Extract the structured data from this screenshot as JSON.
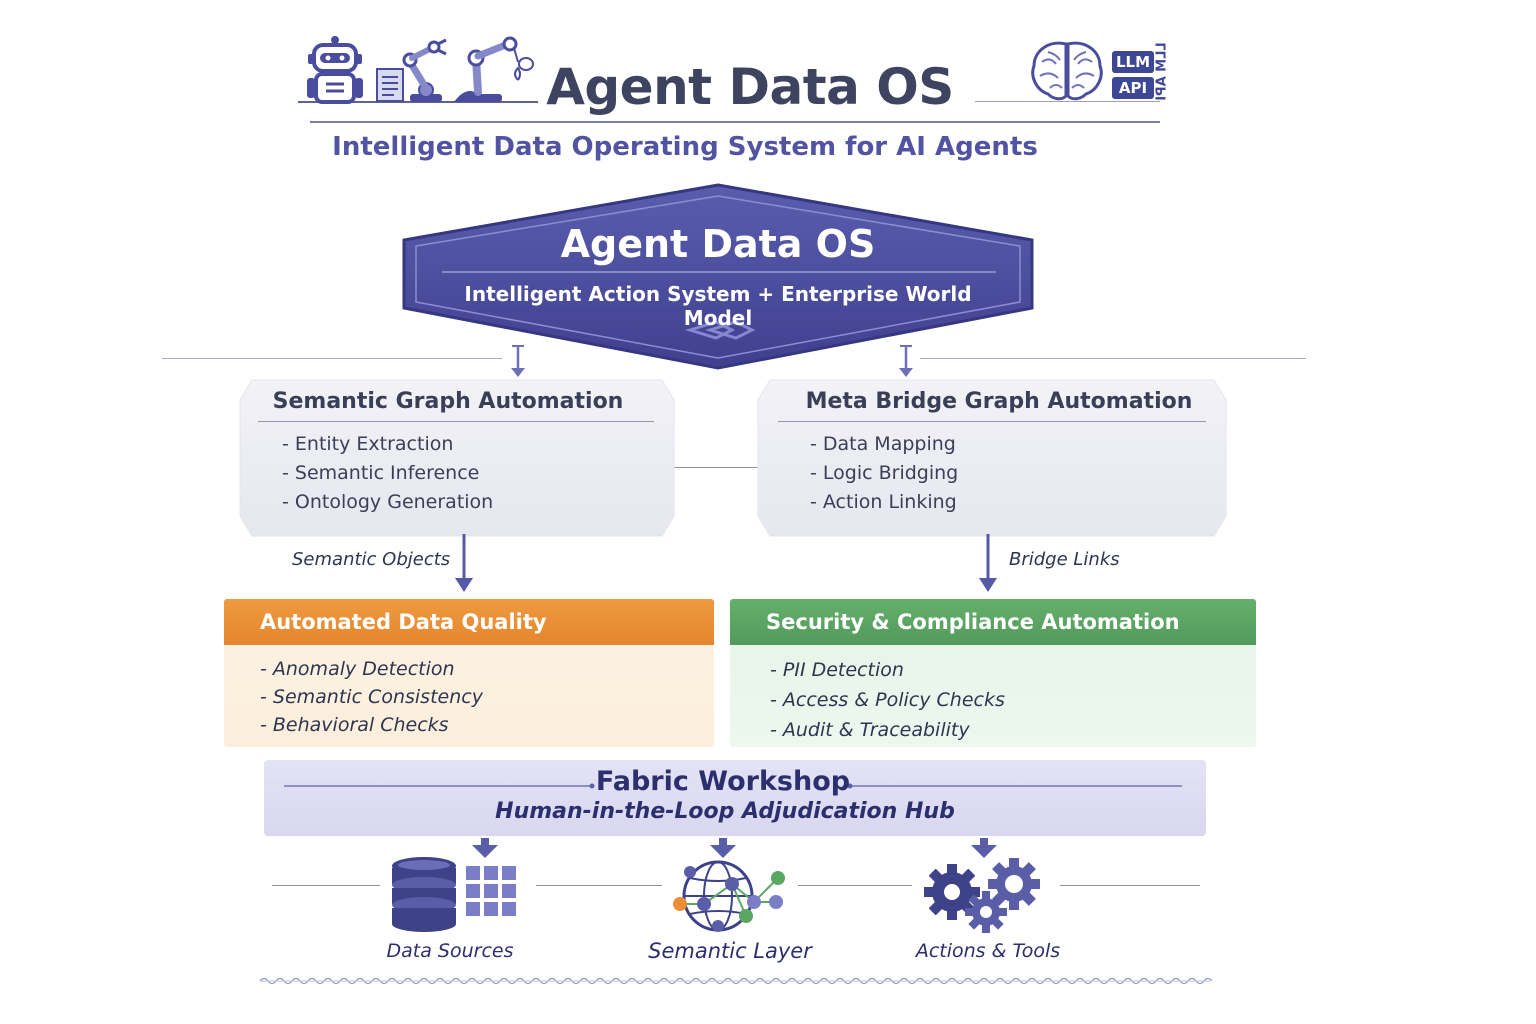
{
  "header": {
    "title": "Agent Data OS",
    "subtitle": "Intelligent Data Operating System for AI Agents",
    "badges": [
      "LLM",
      "API"
    ],
    "badge_mirror_text": "LLM API"
  },
  "core": {
    "title": "Agent Data OS",
    "subtitle": "Intelligent Action System + Enterprise World Model"
  },
  "semantic_graph": {
    "title": "Semantic Graph Automation",
    "items": [
      "- Entity Extraction",
      "- Semantic Inference",
      "- Ontology Generation"
    ],
    "output_label": "Semantic Objects"
  },
  "meta_bridge": {
    "title": "Meta Bridge Graph Automation",
    "items": [
      "- Data Mapping",
      "- Logic Bridging",
      "- Action Linking"
    ],
    "output_label": "Bridge Links"
  },
  "data_quality": {
    "title": "Automated Data Quality",
    "items": [
      "- Anomaly Detection",
      "- Semantic Consistency",
      "- Behavioral Checks"
    ]
  },
  "security": {
    "title": "Security & Compliance Automation",
    "items": [
      "- PII Detection",
      "- Access & Policy Checks",
      "- Audit & Traceability"
    ]
  },
  "fabric": {
    "title": "Fabric Workshop",
    "subtitle": "Human-in-the-Loop Adjudication Hub"
  },
  "bottom": {
    "items": [
      "Data Sources",
      "Semantic Layer",
      "Actions & Tools"
    ]
  },
  "colors": {
    "primary": "#4a4c9e",
    "orange": "#ea8f36",
    "green": "#5aa663",
    "text": "#2f3550"
  }
}
